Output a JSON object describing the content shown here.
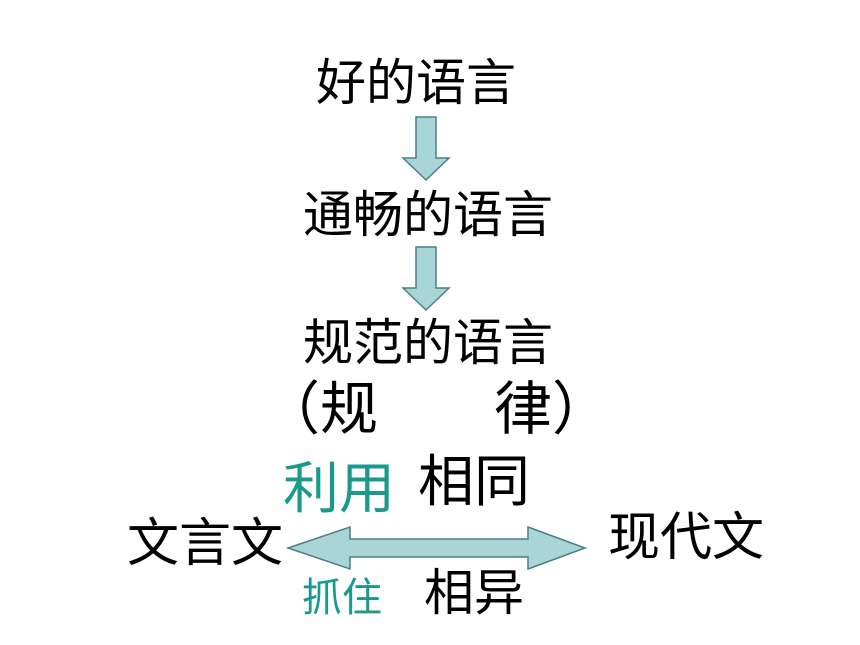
{
  "nodes": {
    "good_language": "好的语言",
    "fluent_language": "通畅的语言",
    "standard_language": "规范的语言",
    "rule": "（规　　律）",
    "classical": "文言文",
    "modern": "现代文"
  },
  "relations": {
    "use": "利用",
    "same": "相同",
    "grasp": "抓住",
    "different": "相异"
  },
  "colors": {
    "arrow_fill": "#a9d5d6",
    "arrow_stroke": "#4a7f8a",
    "teal_text": "#1a9a8a",
    "text": "#000000"
  }
}
